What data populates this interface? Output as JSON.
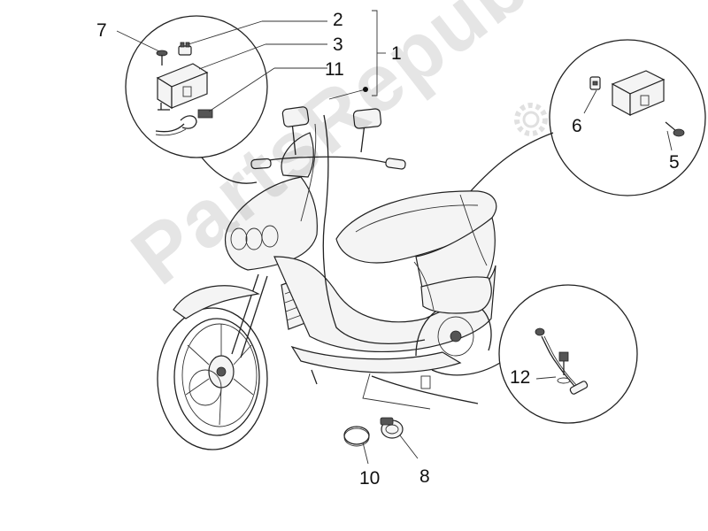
{
  "callouts": {
    "c1": "1",
    "c2": "2",
    "c3": "3",
    "c5": "5",
    "c6": "6",
    "c7": "7",
    "c8": "8",
    "c10": "10",
    "c11": "11",
    "c12": "12"
  },
  "watermark": {
    "text": "PartsRepublik"
  },
  "icons": {
    "watermark_gear": "gear-icon"
  }
}
